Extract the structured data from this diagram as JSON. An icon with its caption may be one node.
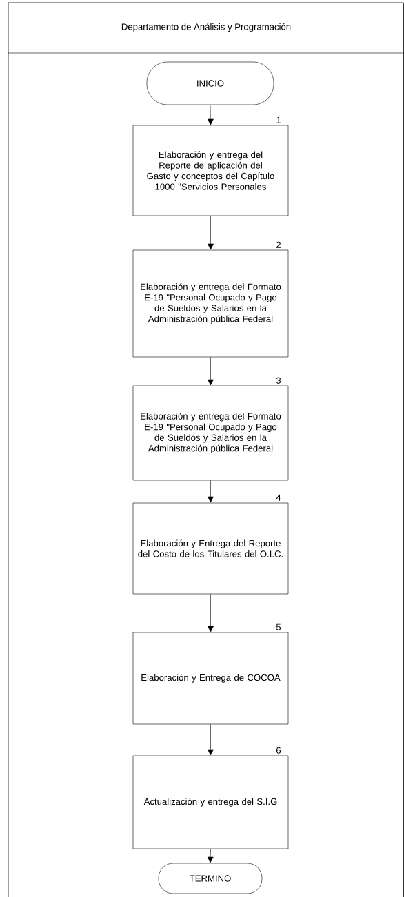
{
  "diagram": {
    "nodes": [
      {
        "text": [
          "Departamento de Análisis y Programación"
        ]
      },
      {
        "text": [
          "INICIO"
        ],
        "in": 0
      },
      {
        "text": [
          "Elaboración y entrega del Reporte de aplicación del Gasto y conceptos del Capítulo 1000 \"Servicios Personales"
        ],
        "beside": [
          "1"
        ],
        "in": 0
      },
      {
        "text": [
          "Elaboración y entrega del Formato E-19 \"Personal Ocupado y Pago de Sueldos y Salarios en la Administración pública Federal"
        ],
        "beside": [
          "2"
        ],
        "in": 0
      },
      {
        "text": [
          "Elaboración y entrega del Formato E-19 \"Personal Ocupado y Pago de Sueldos y Salarios en la Administración pública Federal"
        ],
        "beside": [
          "3"
        ],
        "in": 0
      },
      {
        "text": [
          "Elaboración y Entrega del Reporte del Costo de los Titulares del O.I.C."
        ],
        "beside": [
          "4"
        ],
        "in": 0
      },
      {
        "text": [
          "Elaboración y Entrega de COCOA"
        ],
        "beside": [
          "5"
        ],
        "in": 0
      },
      {
        "text": [
          "Actualización y entrega del S.I.G"
        ],
        "beside": [
          "6"
        ],
        "in": 0
      },
      {
        "text": [
          "TERMINO"
        ],
        "in": 0
      }
    ],
    "edges": [
      {
        "from": 1,
        "to": 2,
        "arrow": "to"
      },
      {
        "from": 2,
        "to": 3,
        "arrow": "to"
      },
      {
        "from": 3,
        "to": 4,
        "arrow": "to"
      },
      {
        "from": 4,
        "to": 5,
        "arrow": "to"
      },
      {
        "from": 5,
        "to": 6,
        "arrow": "to"
      },
      {
        "from": 6,
        "to": 7,
        "arrow": "to"
      },
      {
        "from": 7,
        "to": 8,
        "arrow": "to"
      }
    ]
  }
}
